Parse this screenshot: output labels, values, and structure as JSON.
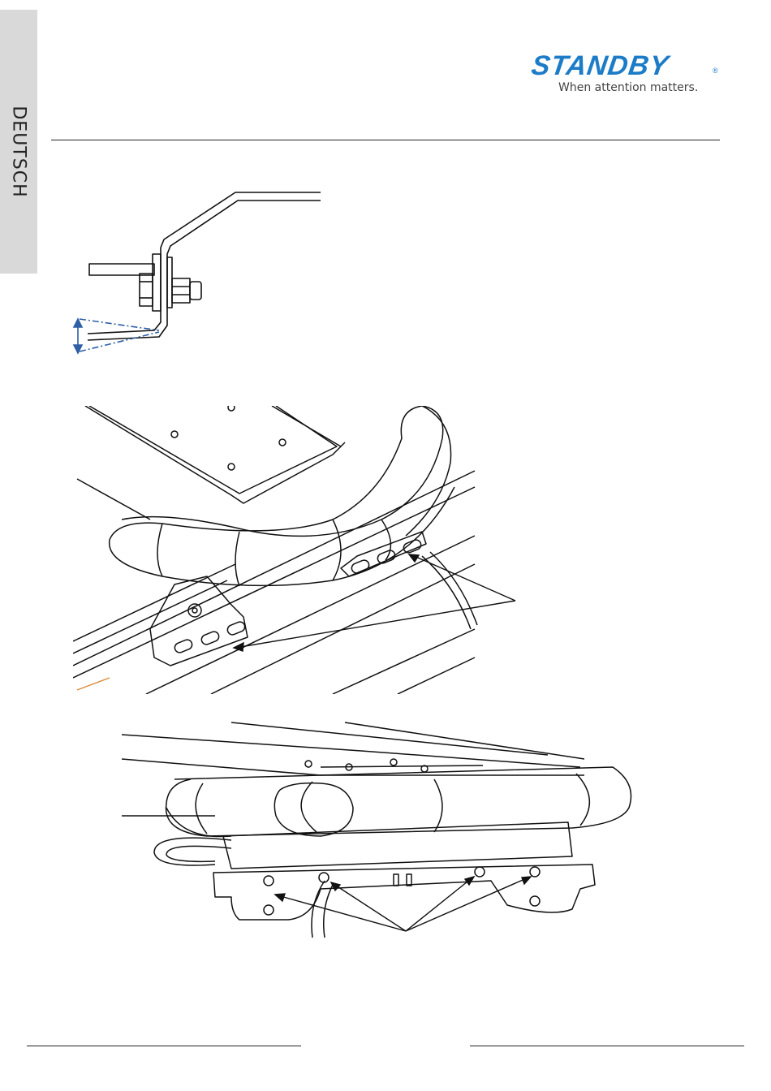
{
  "side_tab": {
    "label": "DEUTSCH"
  },
  "logo": {
    "wordmark": "STANDBY",
    "registered": "®",
    "tagline": "When attention matters.",
    "brand_color": "#1c7cc7"
  },
  "figures": {
    "bracket_profile": {
      "arrow_color": "#2f5fa5"
    },
    "slots_view": {
      "arrow_count": 2
    },
    "holes_view": {
      "arrow_count": 4
    }
  }
}
